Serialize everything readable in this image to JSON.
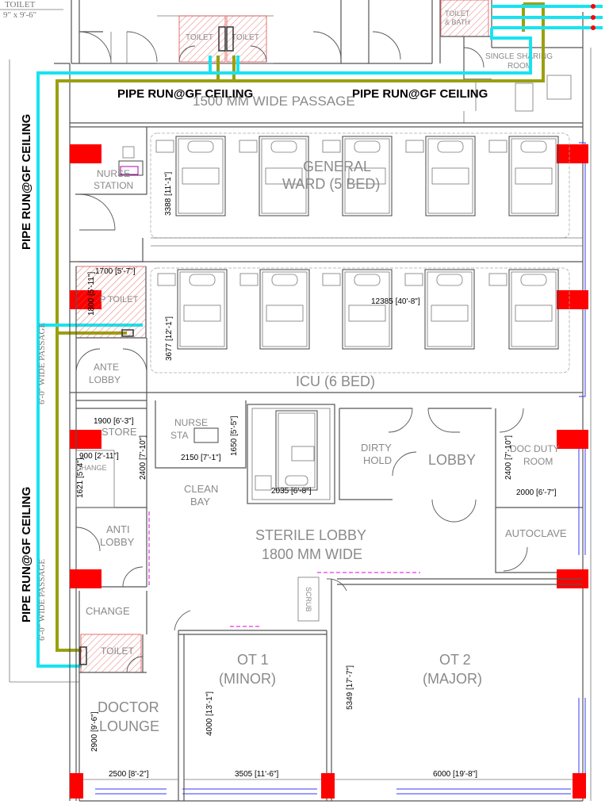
{
  "header": {
    "toilet_top_left": "TOILET",
    "toilet_top_left_dim": "9\" x 9'-6\""
  },
  "pipe_labels": {
    "top_left": "PIPE RUN@GF CEILING",
    "top_right": "PIPE RUN@GF CEILING",
    "left_upper": "PIPE RUN@GF CEILING",
    "left_lower": "PIPE RUN@GF CEILING"
  },
  "passages": {
    "top": "1500 MM WIDE PASSAGE",
    "left_upper": "6'-0\" WIDE PASSAGE",
    "left_lower": "6'-0\" WIDE PASSAGE"
  },
  "rooms": {
    "toilet_a": "TOILET",
    "toilet_b": "TOILET",
    "toilet_bath": [
      "TOILET",
      "& BATH"
    ],
    "single_sharing": [
      "SINGLE SHARING",
      "ROOM"
    ],
    "nurse_station_1": [
      "NURSE",
      "STATION"
    ],
    "general_ward": [
      "GENERAL",
      "WARD (5 BED)"
    ],
    "icu_toilet": "P TOILET",
    "icu": "ICU (6 BED)",
    "ante_lobby": [
      "ANTE",
      "LOBBY"
    ],
    "store": "STORE",
    "change_small": "CHANGE",
    "nurse_station_2": [
      "NURSE",
      "STA"
    ],
    "clean_bay": [
      "CLEAN",
      "BAY"
    ],
    "dirty_hold": [
      "DIRTY",
      "HOLD"
    ],
    "lobby": "LOBBY",
    "doc_duty": [
      "DOC DUTY",
      "ROOM"
    ],
    "anti_lobby": [
      "ANTI",
      "LOBBY"
    ],
    "sterile_lobby": [
      "STERILE LOBBY",
      "1800 MM WIDE"
    ],
    "autoclave": "AUTOCLAVE",
    "scrub": "SCRUB",
    "change": "CHANGE",
    "toilet_doc": "TOILET",
    "ot1": [
      "OT 1",
      "(MINOR)"
    ],
    "ot2": [
      "OT 2",
      "(MAJOR)"
    ],
    "doctor_lounge": [
      "DOCTOR",
      "LOUNGE"
    ]
  },
  "dimensions": {
    "ward_depth": "3388 [11'-1\"]",
    "icu_width": "12385 [40'-8\"]",
    "icu_depth": "3677 [12'-1\"]",
    "ptoilet_w": "1700 [5'-7\"]",
    "ptoilet_d": "1800 [5'-11\"]",
    "store_w": "1900 [6'-3\"]",
    "store_d": "2400 [7'-10\"]",
    "change_w": "900 [2'-11\"]",
    "change_d": "1621 [5'-4\"]",
    "nurse2_w": "2150 [7'-1\"]",
    "nurse2_d": "1650 [5'-5\"]",
    "bed_room_w": "2035 [6'-8\"]",
    "doc_w": "2000 [6'-7\"]",
    "doc_d": "2400 [7'-10\"]",
    "ot2_d": "5349 [17'-7\"]",
    "ot1_d": "4000 [13'-1\"]",
    "lounge_d": "2900 [9'-6\"]",
    "lounge_w": "2500 [8'-2\"]",
    "ot1_w": "3505 [11'-6\"]",
    "ot2_w": "6000 [19'-8\"]"
  },
  "colors": {
    "column": "#ff0000",
    "pipe_cyan": "#19e3f0",
    "pipe_olive": "#9aa010",
    "room_text": "#8a8a8a",
    "window": "#3a3aff",
    "hatch": "#e05050"
  }
}
